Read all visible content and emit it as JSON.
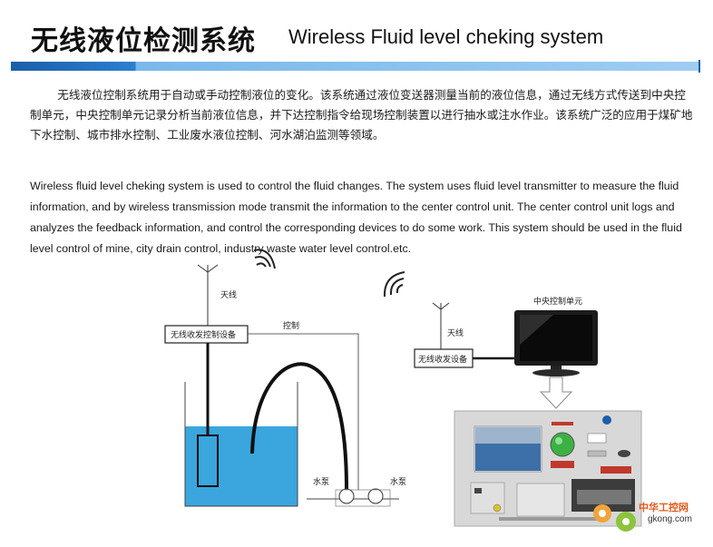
{
  "header": {
    "title_zh": "无线液位检测系统",
    "title_en": "Wireless Fluid level cheking system"
  },
  "description": {
    "zh": "无线液位控制系统用于自动或手动控制液位的变化。该系统通过液位变送器测量当前的液位信息，通过无线方式传送到中央控制单元，中央控制单元记录分析当前液位信息，并下达控制指令给现场控制装置以进行抽水或注水作业。该系统广泛的应用于煤矿地下水控制、城市排水控制、工业废水液位控制、河水湖泊监测等领域。",
    "en": "Wireless fluid level cheking system is used to control the fluid changes. The system uses fluid level transmitter to measure the fluid information, and by wireless transmission mode transmit the information to the center control unit. The center control unit logs and analyzes the feedback information, and control the corresponding devices to do some work. This system should be used in the fluid level control of mine, city drain control, industry waste water level control.etc."
  },
  "diagram": {
    "antenna_left": "天线",
    "control_device": "无线收发控制设备",
    "control_line": "控制",
    "pump_left": "水泵",
    "pump_right": "水泵",
    "antenna_right": "天线",
    "transceiver": "无线收发设备",
    "central_unit": "中央控制单元"
  },
  "watermark": {
    "name": "中华工控网",
    "url": "gkong.com"
  },
  "colors": {
    "accent_dark": "#1a5fa8",
    "accent_light": "#9fcdf3",
    "water": "#3aa6dd",
    "logo": "#e25a1b"
  }
}
